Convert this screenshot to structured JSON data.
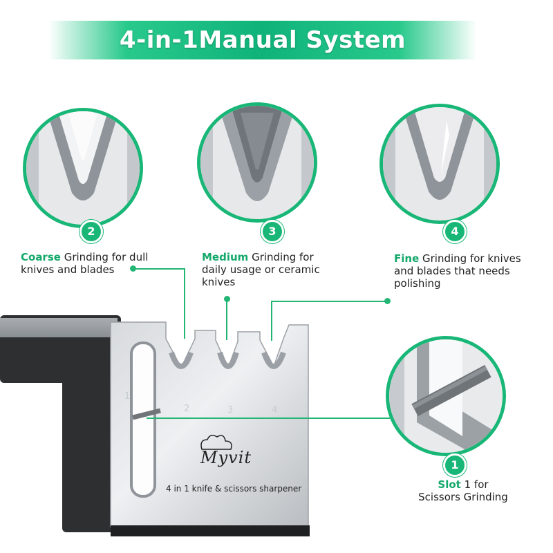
{
  "banner": {
    "title": "4-in-1Manual System"
  },
  "stages": [
    {
      "number": "2",
      "keyword": "Coarse",
      "line1": " Grinding for dull",
      "line2": "knives and blades",
      "line3": ""
    },
    {
      "number": "3",
      "keyword": "Medium",
      "line1": " Grinding for",
      "line2": "daily usage or ceramic",
      "line3": "knives"
    },
    {
      "number": "4",
      "keyword": "Fine",
      "line1": " Grinding for knives",
      "line2": "and blades that needs",
      "line3": "polishing"
    }
  ],
  "slot": {
    "number": "1",
    "keyword": "Slot",
    "line1": " 1 for",
    "line2": "Scissors Grinding"
  },
  "product": {
    "brand": "Myvit",
    "caption": "4 in 1 knife & scissors sharpener",
    "slot_numbers": [
      "1",
      "2",
      "3",
      "4"
    ]
  },
  "colors": {
    "accent": "#19b777",
    "keyword": "#14a86b",
    "text": "#222222"
  }
}
